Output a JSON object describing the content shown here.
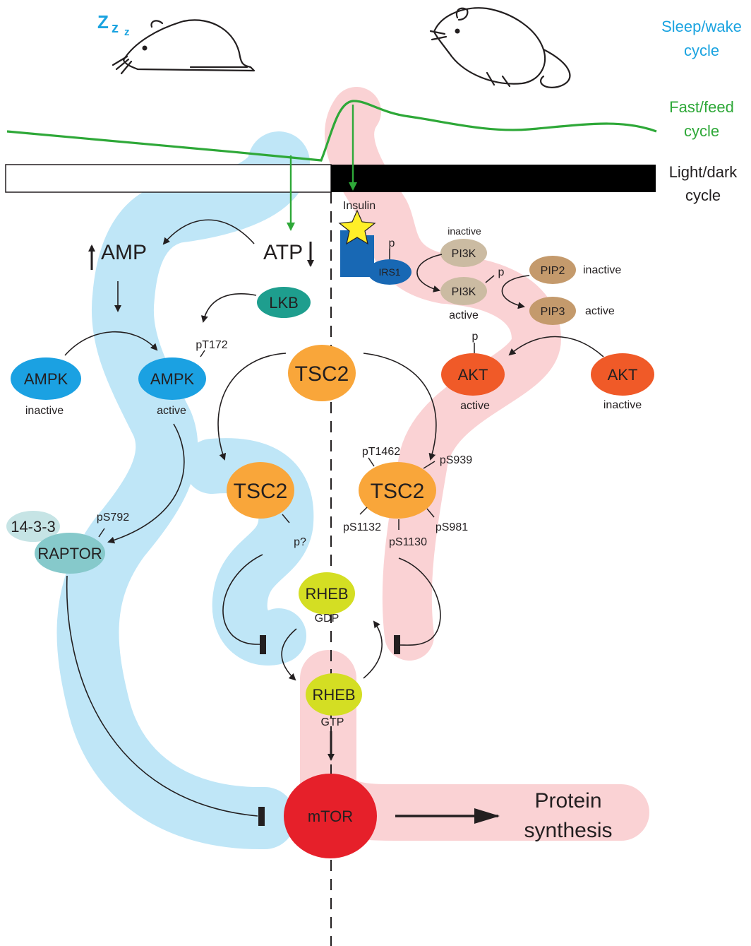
{
  "cycles": {
    "sleep_wake": [
      "Sleep/wake",
      "cycle"
    ],
    "fast_feed": [
      "Fast/feed",
      "cycle"
    ],
    "light_dark": [
      "Light/dark",
      "cycle"
    ],
    "sleep_symbol": [
      "Z",
      "z",
      "z"
    ]
  },
  "colors": {
    "ampk_path": "#bfe6f7",
    "akt_path": "#fad2d4",
    "feed_curve": "#2ea838",
    "ampk_node": "#1ba1e2",
    "lkb_node": "#1e9e8e",
    "tsc2_node": "#f9a63a",
    "pi3k_node": "#cbbba2",
    "pip_node": "#c49a6c",
    "akt_node": "#f05a28",
    "rheb_node": "#d4de23",
    "mtor_node": "#e6202a",
    "raptor_node": "#86c9cb",
    "receptor": "#1868b4",
    "insulin_star": "#ffef28"
  },
  "nodes": {
    "amp": "AMP",
    "atp": "ATP",
    "lkb": "LKB",
    "ampk_inactive": "AMPK",
    "ampk_inactive_state": "inactive",
    "ampk_active": "AMPK",
    "ampk_active_state": "active",
    "ampk_site": "pT172",
    "tsc2_top": "TSC2",
    "tsc2_left": "TSC2",
    "tsc2_left_site": "p?",
    "tsc2_right": "TSC2",
    "tsc2_sites": [
      "pT1462",
      "pS939",
      "pS1132",
      "pS1130",
      "pS981"
    ],
    "raptor": "RAPTOR",
    "raptor_partner": "14-3-3",
    "raptor_site": "pS792",
    "insulin": "Insulin",
    "irs1": "IRS1",
    "irs1_p": "p",
    "pi3k_inactive": "PI3K",
    "pi3k_inactive_state": "inactive",
    "pi3k_active": "PI3K",
    "pi3k_active_state": "active",
    "pi3k_p": "p",
    "pip2": "PIP2",
    "pip2_state": "inactive",
    "pip3": "PIP3",
    "pip3_state": "active",
    "akt_active": "AKT",
    "akt_active_state": "active",
    "akt_p": "p",
    "akt_inactive": "AKT",
    "akt_inactive_state": "inactive",
    "rheb_gdp": "RHEB",
    "rheb_gdp_state": "GDP",
    "rheb_gtp": "RHEB",
    "rheb_gtp_state": "GTP",
    "mtor": "mTOR",
    "output": [
      "Protein",
      "synthesis"
    ]
  }
}
